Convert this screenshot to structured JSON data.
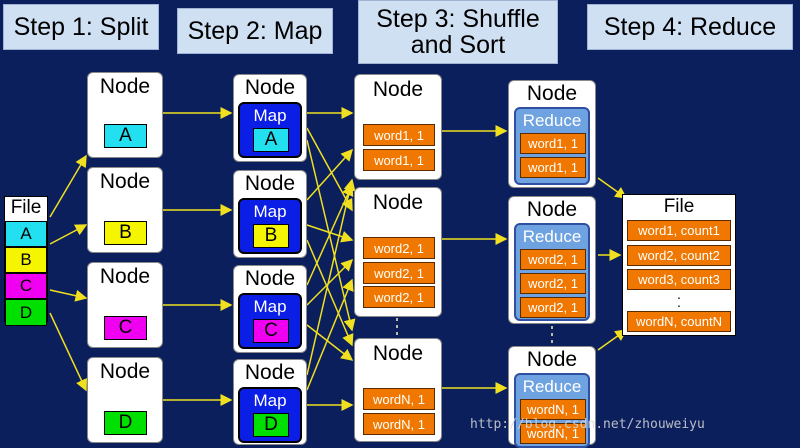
{
  "steps": {
    "split": "Step 1: Split",
    "map": "Step 2: Map",
    "shuffle_line1": "Step 3: Shuffle",
    "shuffle_line2": "and Sort",
    "reduce": "Step 4: Reduce"
  },
  "node_label": "Node",
  "map_label": "Map",
  "reduce_label": "Reduce",
  "input_file": {
    "title": "File",
    "parts": [
      "A",
      "B",
      "C",
      "D"
    ]
  },
  "split_nodes": [
    "A",
    "B",
    "C",
    "D"
  ],
  "map_nodes": [
    "A",
    "B",
    "C",
    "D"
  ],
  "shuffle_nodes": [
    [
      "word1, 1",
      "word1, 1"
    ],
    [
      "word2, 1",
      "word2, 1",
      "word2, 1"
    ],
    [
      "wordN, 1",
      "wordN, 1"
    ]
  ],
  "reduce_nodes": [
    [
      "word1, 1",
      "word1, 1"
    ],
    [
      "word2, 1",
      "word2, 1",
      "word2, 1"
    ],
    [
      "wordN, 1",
      "wordN, 1"
    ]
  ],
  "output_file": {
    "title": "File",
    "rows": [
      "word1, count1",
      "word2, count2",
      "word3, count3",
      "wordN, countN"
    ]
  },
  "watermark": "http://blog.csdn.net/zhouweiyu",
  "colors": {
    "background": "#0b1f5c",
    "arrow": "#f0e020",
    "part_A": "#22e0f0",
    "part_B": "#f5f500",
    "part_C": "#f000f0",
    "part_D": "#00e000",
    "pair": "#f07800",
    "map": "#0a1ee6",
    "reduce": "#6ea2e0"
  }
}
